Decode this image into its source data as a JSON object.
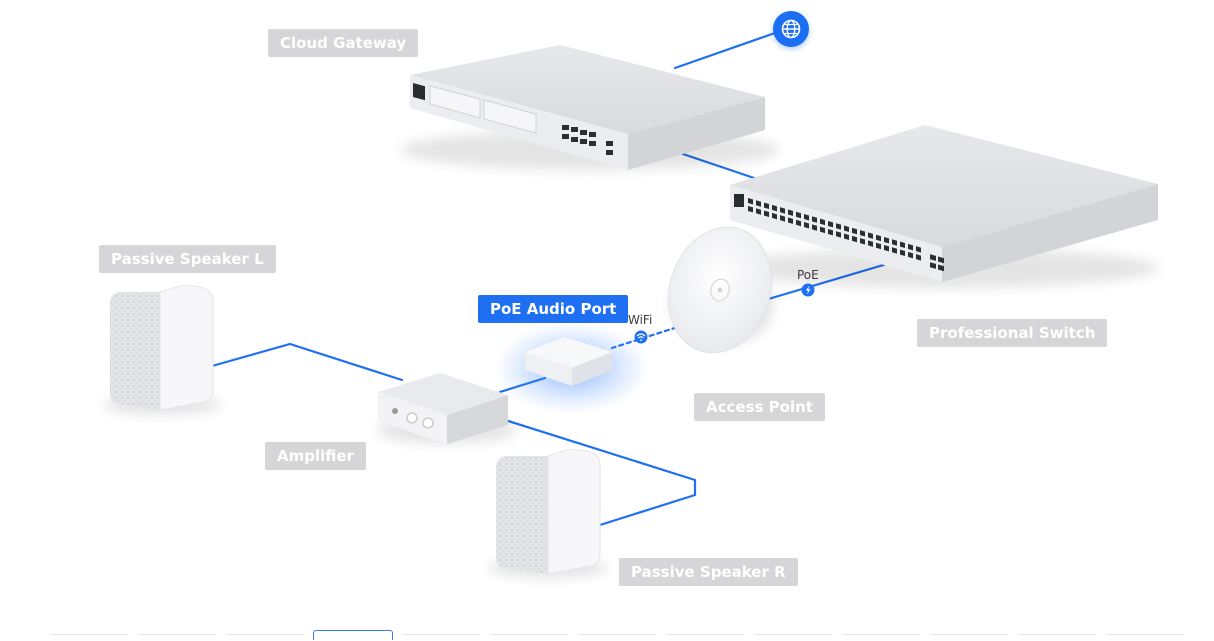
{
  "labels": {
    "cloud_gateway": "Cloud Gateway",
    "professional_switch": "Professional Switch",
    "access_point": "Access Point",
    "poe_audio_port": "PoE Audio Port",
    "passive_speaker_l": "Passive Speaker L",
    "passive_speaker_r": "Passive Speaker R",
    "amplifier": "Amplifier"
  },
  "link_labels": {
    "wifi": "WiFi",
    "poe": "PoE"
  },
  "icons": {
    "internet": "globe-icon",
    "wifi": "wifi-icon",
    "poe": "lightning-icon"
  },
  "colors": {
    "link": "#1f6ff2",
    "label_bg": "#d6d6d8",
    "label_active_bg": "#1f6ff2",
    "label_text": "#ffffff"
  },
  "tabs": {
    "count": 13,
    "selected_index": 3
  }
}
